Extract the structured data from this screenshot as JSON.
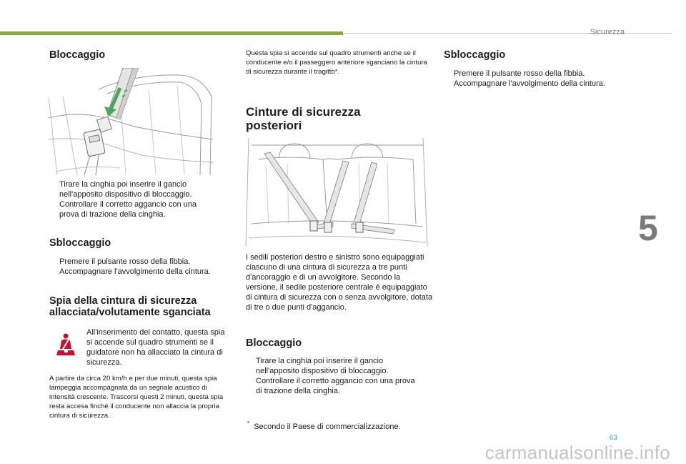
{
  "colors": {
    "top_bar": "#8da64b",
    "page_number": "#3ea2c6",
    "warning_icon": "#c8102e"
  },
  "header": {
    "section": "Sicurezza"
  },
  "chapter_number": "5",
  "page_number": "63",
  "watermark": "carmanualsonline.info",
  "bullet_glyph": "",
  "left": {
    "bloccaggio": {
      "title": "Bloccaggio",
      "items": [
        "Tirare la cinghia poi inserire il gancio nell'apposito dispositivo di bloccaggio.",
        "Controllare il corretto aggancio con una prova di trazione della cinghia."
      ]
    },
    "sbloccaggio": {
      "title": "Sbloccaggio",
      "items": [
        "Premere il pulsante rosso della fibbia.",
        "Accompagnare l'avvolgimento della cintura."
      ]
    },
    "spia": {
      "title_line1": "Spia della cintura di sicurezza",
      "title_line2": "allacciata/volutamente sganciata",
      "icon_text": "All'inserimento del contatto, questa spia si accende sul quadro strumenti se il guidatore non ha allacciato la cintura di sicurezza.",
      "note": "A partire da circa 20 km/h e per due minuti, questa spia lampeggia accompagnata da un segnale acustico di intensità crescente. Trascorsi questi 2 minuti, questa spia resta accesa finché il conducente non allaccia la propria cintura di sicurezza."
    }
  },
  "middle": {
    "top_note": "Questa spia si accende sul quadro strumenti anche se il conducente e/o il passeggero anteriore sganciano la cintura di sicurezza durante il tragitto*.",
    "cinture": {
      "title_line1": "Cinture di sicurezza",
      "title_line2": "posteriori",
      "body": "I sedili posteriori destro e sinistro sono equipaggiati ciascuno di una cintura di sicurezza a tre punti d'ancoraggio e di un avvolgitore. Secondo la versione, il sedile posteriore centrale è equipaggiato di cintura di sicurezza con o senza avvolgitore, dotata di tre o due punti d'aggancio."
    },
    "bloccaggio": {
      "title": "Bloccaggio",
      "items": [
        "Tirare la cinghia poi inserire il gancio nell'apposito dispositivo di bloccaggio.",
        "Controllare il corretto aggancio con una prova di trazione della cinghia."
      ]
    },
    "footnote_mark": "*",
    "footnote": "Secondo il Paese di commercializzazione."
  },
  "right": {
    "sbloccaggio": {
      "title": "Sbloccaggio",
      "items": [
        "Premere il pulsante rosso della fibbia.",
        "Accompagnare l'avvolgimento della cintura."
      ]
    }
  }
}
